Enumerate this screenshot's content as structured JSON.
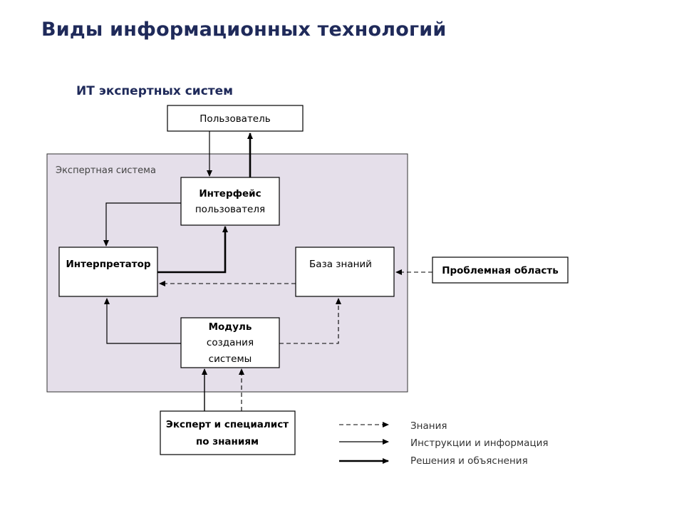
{
  "slide": {
    "title": "Виды информационных технологий",
    "subtitle": "ИТ экспертных систем"
  },
  "diagram": {
    "region_label": "Экспертная система",
    "nodes": {
      "user": "Пользователь",
      "interface_line1": "Интерфейс",
      "interface_line2": "пользователя",
      "interpreter": "Интерпретатор",
      "knowledge_base": "База знаний",
      "problem_area": "Проблемная область",
      "module_line1": "Модуль",
      "module_line2": "создания",
      "module_line3": "системы",
      "expert_line1": "Эксперт и специалист",
      "expert_line2": "по знаниям"
    },
    "legend": {
      "knowledge": "Знания",
      "instructions": "Инструкции и информация",
      "decisions": "Решения и объяснения"
    }
  },
  "colors": {
    "title": "#1f2a5a",
    "region_fill": "#e5dfea",
    "region_stroke": "#333333",
    "box_fill": "#ffffff",
    "line": "#000000"
  }
}
